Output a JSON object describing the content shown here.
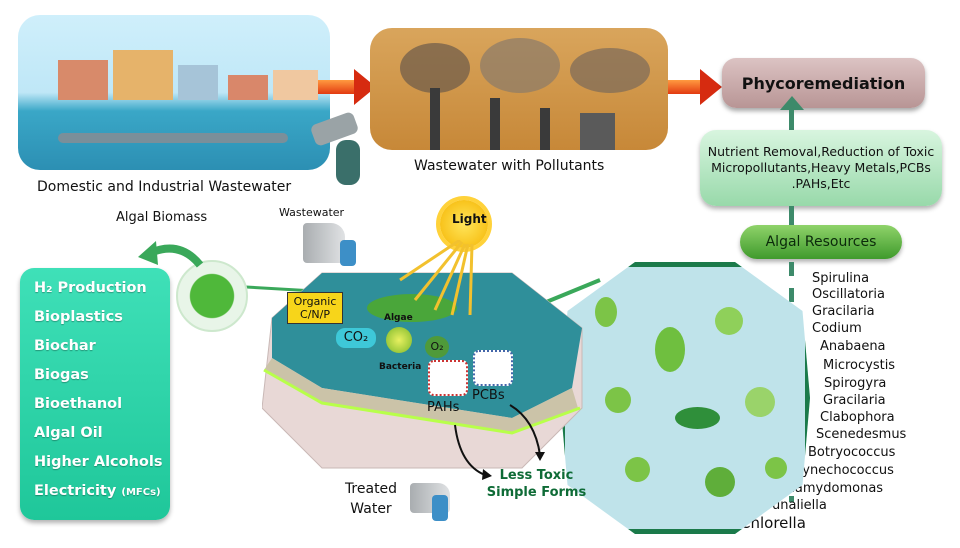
{
  "top_flow": {
    "domestic_label": "Domestic and Industrial Wastewater",
    "pollutants_label": "Wastewater with Pollutants",
    "phycoremediation": "Phycoremediation",
    "outcomes": "Nutrient Removal,Reduction of Toxic Micropollutants,Heavy Metals,PCBs .PAHs,Etc",
    "algal_resources": "Algal Resources"
  },
  "species": [
    "Spirulina",
    "Oscillatoria",
    "Gracilaria",
    "Codium",
    "Anabaena",
    "Microcystis",
    "Spirogyra",
    "Gracilaria",
    "Clabophora",
    "Scenedesmus",
    "Botryococcus",
    "Synechococcus",
    "Chlamydomonas",
    "Dunaliella",
    "Chlorella"
  ],
  "biomass": {
    "label": "Algal Biomass",
    "products": [
      "H₂ Production",
      "Bioplastics",
      "Biochar",
      "Biogas",
      "Bioethanol",
      "Algal Oil",
      "Higher Alcohols",
      "Electricity"
    ],
    "electricity_note": "(MFCs)"
  },
  "pond": {
    "wastewater": "Wastewater",
    "light": "Light",
    "organic": "Organic C/N/P",
    "algae": "Algae",
    "co2": "CO₂",
    "o2": "O₂",
    "bacteria": "Bacteria",
    "pahs": "PAHs",
    "pcbs": "PCBs",
    "less_toxic": "Less Toxic Simple Forms",
    "treated_water": "Treated Water"
  },
  "colors": {
    "arrow": "#d62b10",
    "products_bg": "#2fd3a8",
    "pond_water": "#2f8f9a",
    "accent_green": "#1b7a4a"
  }
}
